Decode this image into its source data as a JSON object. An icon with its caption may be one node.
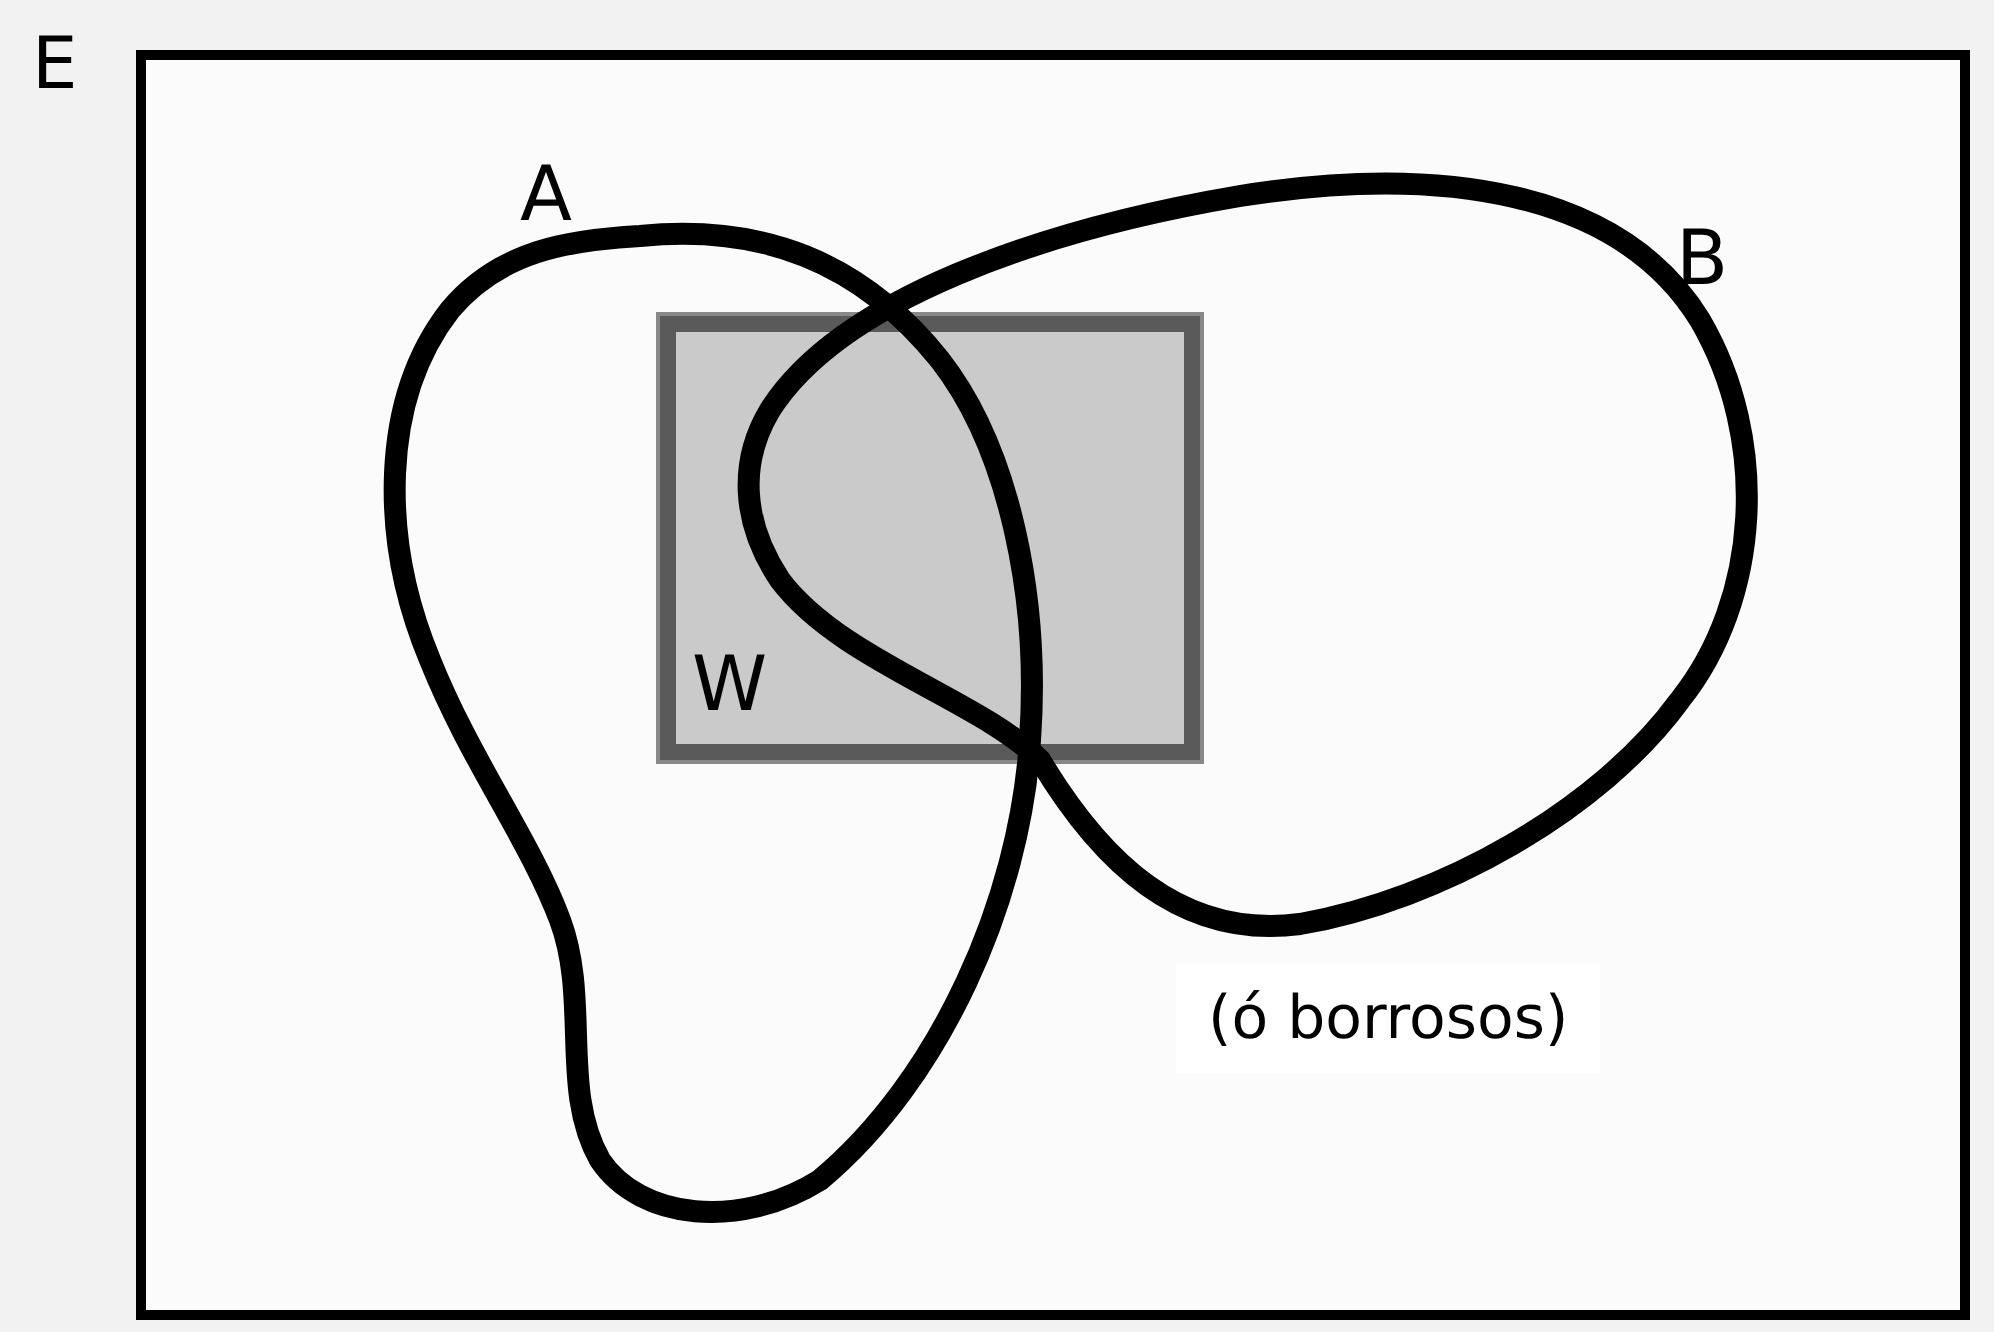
{
  "diagram": {
    "nodes": [
      {
        "text": [
          "E"
        ]
      },
      {
        "text": [
          "A"
        ],
        "in": 0
      },
      {
        "text": [
          "B"
        ],
        "in": 0
      },
      {
        "text": [
          "W"
        ],
        "in": 0
      }
    ],
    "labels": [
      "(ó borrosos)"
    ]
  }
}
